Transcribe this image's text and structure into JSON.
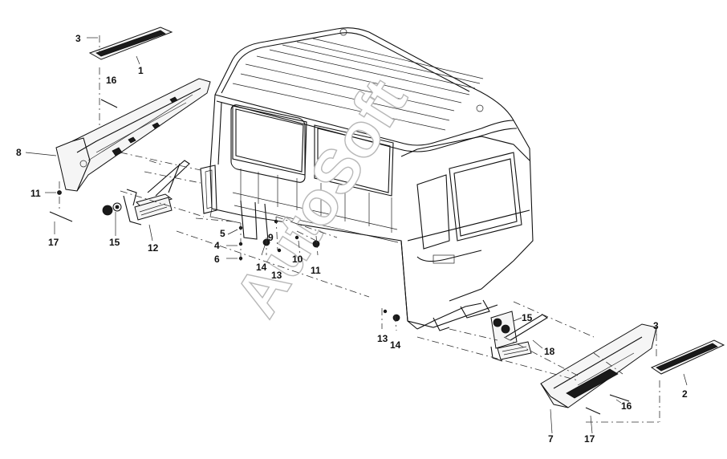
{
  "watermark": "AutoSoft",
  "callouts": {
    "c1": "1",
    "c2": "2",
    "c3_top": "3",
    "c3_right": "3",
    "c4": "4",
    "c5": "5",
    "c6": "6",
    "c7": "7",
    "c8": "8",
    "c9": "9",
    "c10": "10",
    "c11_left": "11",
    "c11_mid": "11",
    "c12": "12",
    "c13_mid": "13",
    "c13_right": "13",
    "c14_mid": "14",
    "c14_right": "14",
    "c15_left": "15",
    "c15_right": "15",
    "c16_left": "16",
    "c16_right": "16",
    "c17_left": "17",
    "c17_right": "17",
    "c18": "18"
  }
}
